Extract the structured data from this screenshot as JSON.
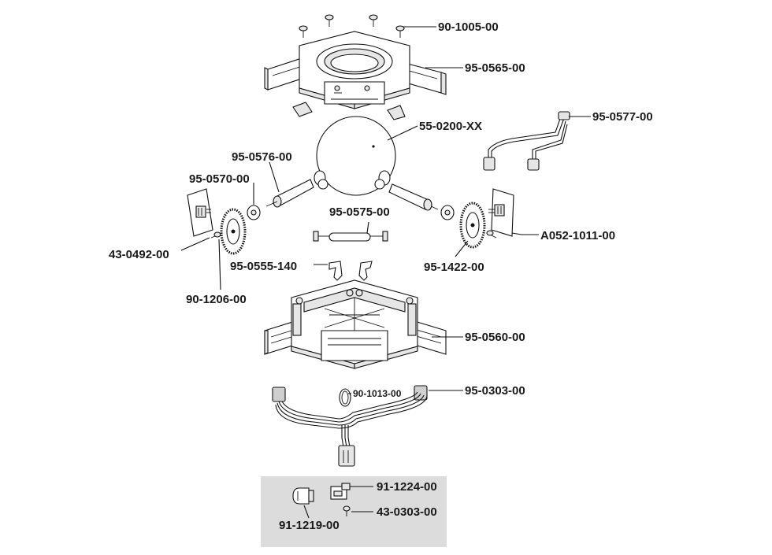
{
  "labels": {
    "screws_top": "90-1005-00",
    "upper_housing": "95-0565-00",
    "cable_right": "95-0577-00",
    "ball": "55-0200-XX",
    "shaft_left": "95-0576-00",
    "encoder_board_left": "95-0570-00",
    "encoder_wheel_left_screw": "43-0492-00",
    "wheel_left": "90-1206-00",
    "idler_roller": "95-0575-00",
    "clip": "95-0555-140",
    "encoder_wheel_right": "95-1422-00",
    "encoder_board_right": "A052-1011-00",
    "lower_housing": "95-0560-00",
    "harness": "95-0303-00",
    "tie_wrap": "90-1013-00",
    "connector": "91-1224-00",
    "lamp": "91-1219-00",
    "inset_screw": "43-0303-00"
  },
  "colors": {
    "ink": "#111111",
    "inset_background": "#dcdcdc",
    "part_fill": "#ffffff",
    "shade_fill": "#e6e6e6"
  }
}
